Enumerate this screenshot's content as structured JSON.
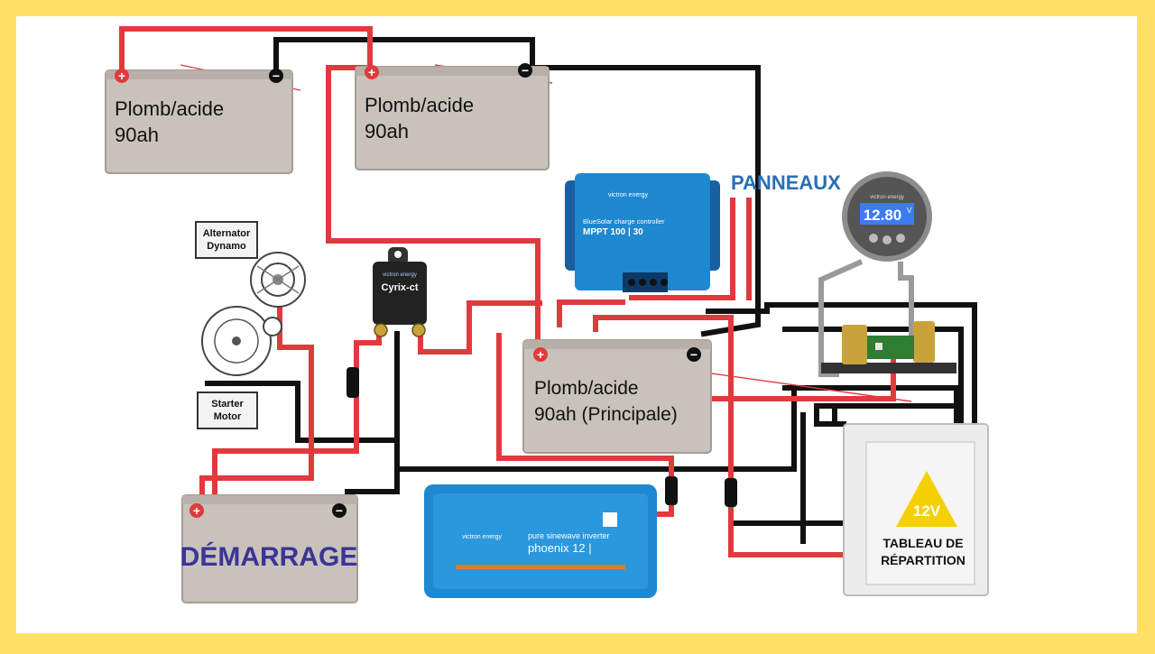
{
  "colors": {
    "frame": "#FFE066",
    "background": "#FFFFFF",
    "battery_body": "#C9C2BB",
    "wire_positive": "#E03A3E",
    "wire_negative": "#111111",
    "victron_blue": "#1E88D0",
    "panneaux_text": "#2A6FB5",
    "demarrage_text": "#3A3596",
    "warning_yellow": "#F5D000"
  },
  "batteries": {
    "b1": {
      "label_line1": "Plomb/acide",
      "label_line2": "90ah"
    },
    "b2": {
      "label_line1": "Plomb/acide",
      "label_line2": "90ah"
    },
    "main": {
      "label_line1": "Plomb/acide",
      "label_line2": "90ah (Principale)"
    },
    "start": {
      "label": "DÉMARRAGE"
    }
  },
  "terminals": {
    "positive": "+",
    "negative": "−"
  },
  "alternator": {
    "label_line1": "Alternator",
    "label_line2": "Dynamo"
  },
  "starter": {
    "label_line1": "Starter",
    "label_line2": "Motor"
  },
  "cyrix": {
    "brand": "victron energy",
    "name": "Cyrix-ct"
  },
  "mppt": {
    "brand": "victron energy",
    "line1": "BlueSolar charge controller",
    "line2": "MPPT 100 | 30"
  },
  "panels": {
    "label": "PANNEAUX"
  },
  "monitor": {
    "brand": "victron energy",
    "reading": "12.80",
    "unit": "V"
  },
  "inverter": {
    "brand": "victron energy",
    "line1": "pure sinewave inverter",
    "line2": "phoenix 12 |"
  },
  "distribution": {
    "voltage": "12V",
    "line1": "TABLEAU DE",
    "line2": "RÉPARTITION"
  }
}
